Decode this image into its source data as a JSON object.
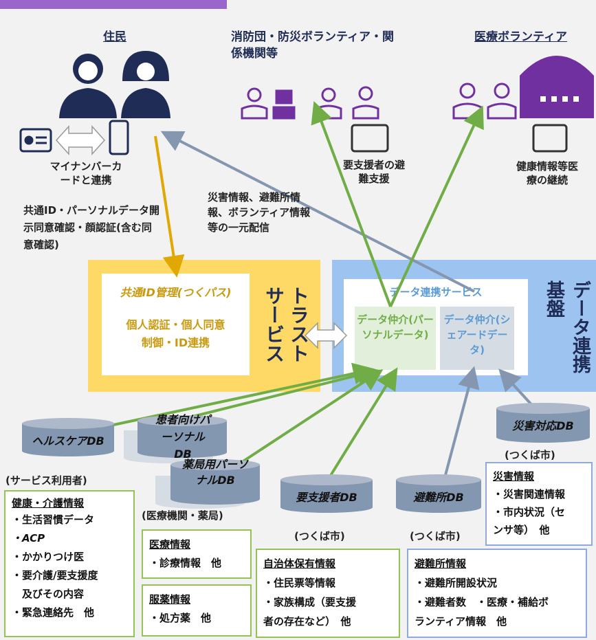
{
  "colors": {
    "navy": "#1f2c55",
    "purple": "#7030a0",
    "green": "#70ad47",
    "gold_arrow": "#e0a800",
    "gray_arrow": "#8496b0",
    "gold_box": "#ffd966",
    "blue_box": "#9dc3f0"
  },
  "header": {
    "groups": {
      "residents": "住民",
      "firefighters": "消防団・防災ボランティア・関係機関等",
      "medical": "医療ボランティア"
    }
  },
  "residents": {
    "card_caption": "マイナンバーカードと連携",
    "icons": [
      "person-icon",
      "card-icon",
      "smartphone-icon"
    ]
  },
  "firefighters": {
    "caption": "要支援者の避難支援"
  },
  "medical": {
    "caption": "健康情報等医療の継続"
  },
  "flows": {
    "common_id": "共通ID・パーソナルデータ開示同意確認・顔認証(含む同意確認)",
    "disaster_info": "災害情報、避難所情報、ボランティア情報等の一元配信"
  },
  "trust": {
    "card_title": "共通ID管理(つくパス)",
    "card_body": "個人認証・個人同意制御・ID連携",
    "side_label": "トラストサービス"
  },
  "platform": {
    "service_title": "データ連携サービス",
    "broker_personal": "データ仲介(パーソナルデータ)",
    "broker_shared": "データ仲介(シェアードデータ)",
    "side_label": "データ連携基盤"
  },
  "databases": {
    "healthcare": "ヘルスケアDB",
    "patient": "患者向けパーソナルDB",
    "pharmacy": "薬局用パーソナルDB",
    "support": "要支援者DB",
    "shelter": "避難所DB",
    "disaster": "災害対応DB"
  },
  "owners": {
    "service_users": "(サービス利用者)",
    "medical_pharmacy": "(医療機関・薬局)",
    "tsukuba1": "(つくば市)",
    "tsukuba2": "(つくば市)",
    "tsukuba3": "(つくば市)"
  },
  "info_boxes": {
    "health": {
      "title": "健康・介護情報",
      "lines": [
        "・生活習慣データ",
        "・ACP",
        "・かかりつけ医",
        "・要介護/要支援度",
        "　及びその内容",
        "・緊急連絡先　他"
      ]
    },
    "medical": {
      "title": "医療情報",
      "lines": [
        "・診療情報　他"
      ]
    },
    "medication": {
      "title": "服薬情報",
      "lines": [
        "・処方薬　他"
      ]
    },
    "municipal": {
      "title": "自治体保有情報",
      "lines": [
        "・住民票等情報",
        "・家族構成（要支援",
        "者の存在など）　他"
      ]
    },
    "shelter": {
      "title": "避難所情報",
      "lines": [
        "・避難所開設状況",
        "・避難者数　・医療・補給ボ",
        "ランティア情報　他"
      ]
    },
    "disaster": {
      "title": "災害情報",
      "lines": [
        "・災害関連情報",
        "・市内状況（セ",
        "ンサ等）　他"
      ]
    }
  }
}
